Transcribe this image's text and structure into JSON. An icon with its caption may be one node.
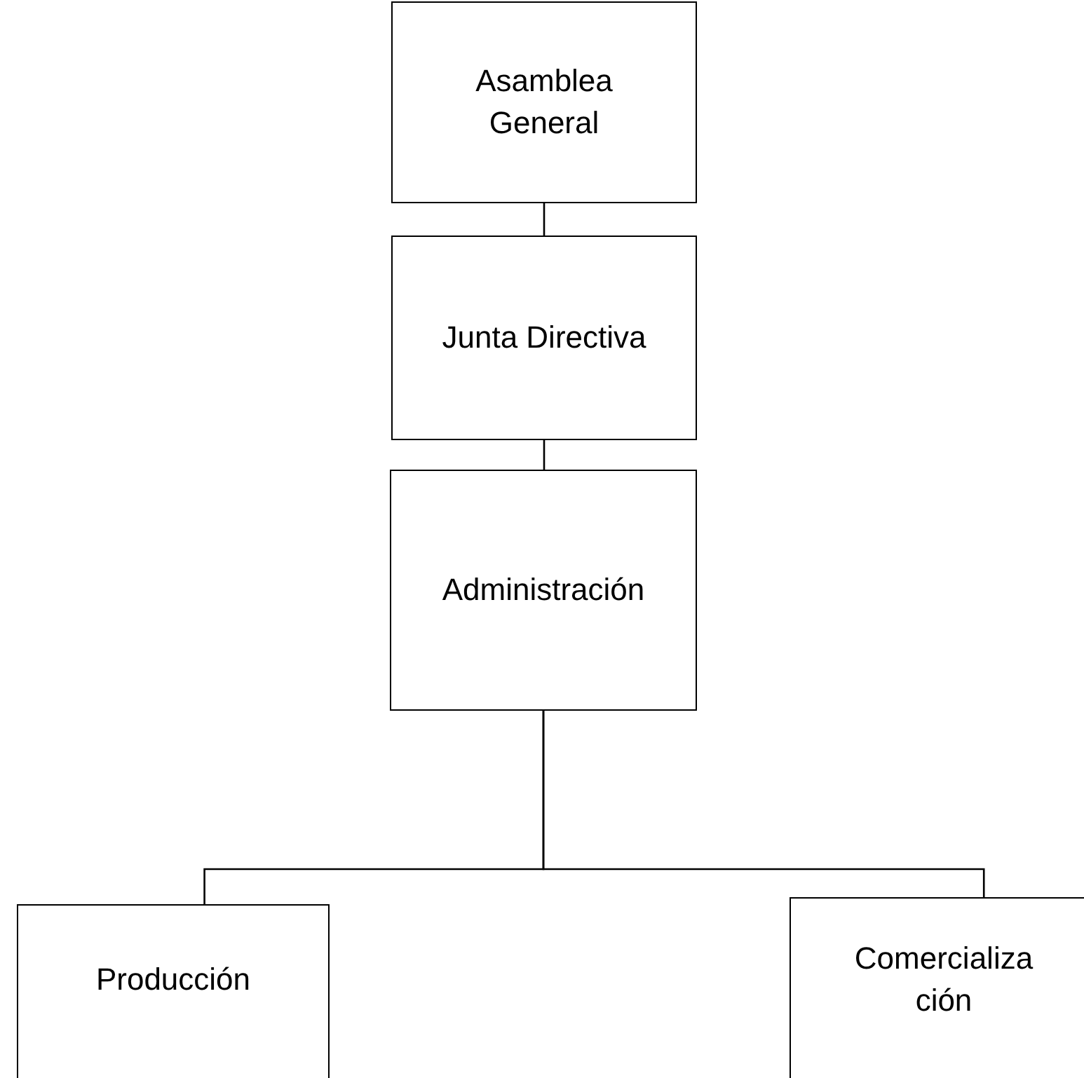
{
  "diagram": {
    "nodes": [
      {
        "text": [
          "Asamblea General"
        ]
      },
      {
        "text": [
          "Junta Directiva"
        ]
      },
      {
        "text": [
          "Administración"
        ]
      },
      {
        "text": [
          "Producción"
        ]
      },
      {
        "text": [
          "Comercializa ción"
        ]
      }
    ],
    "edges": [
      {
        "from": 0,
        "to": 1,
        "arrow": "none"
      },
      {
        "from": 1,
        "to": 2,
        "arrow": "none"
      },
      {
        "from": 2,
        "to": 3,
        "arrow": "none"
      },
      {
        "from": 2,
        "to": 4,
        "arrow": "none"
      }
    ]
  }
}
